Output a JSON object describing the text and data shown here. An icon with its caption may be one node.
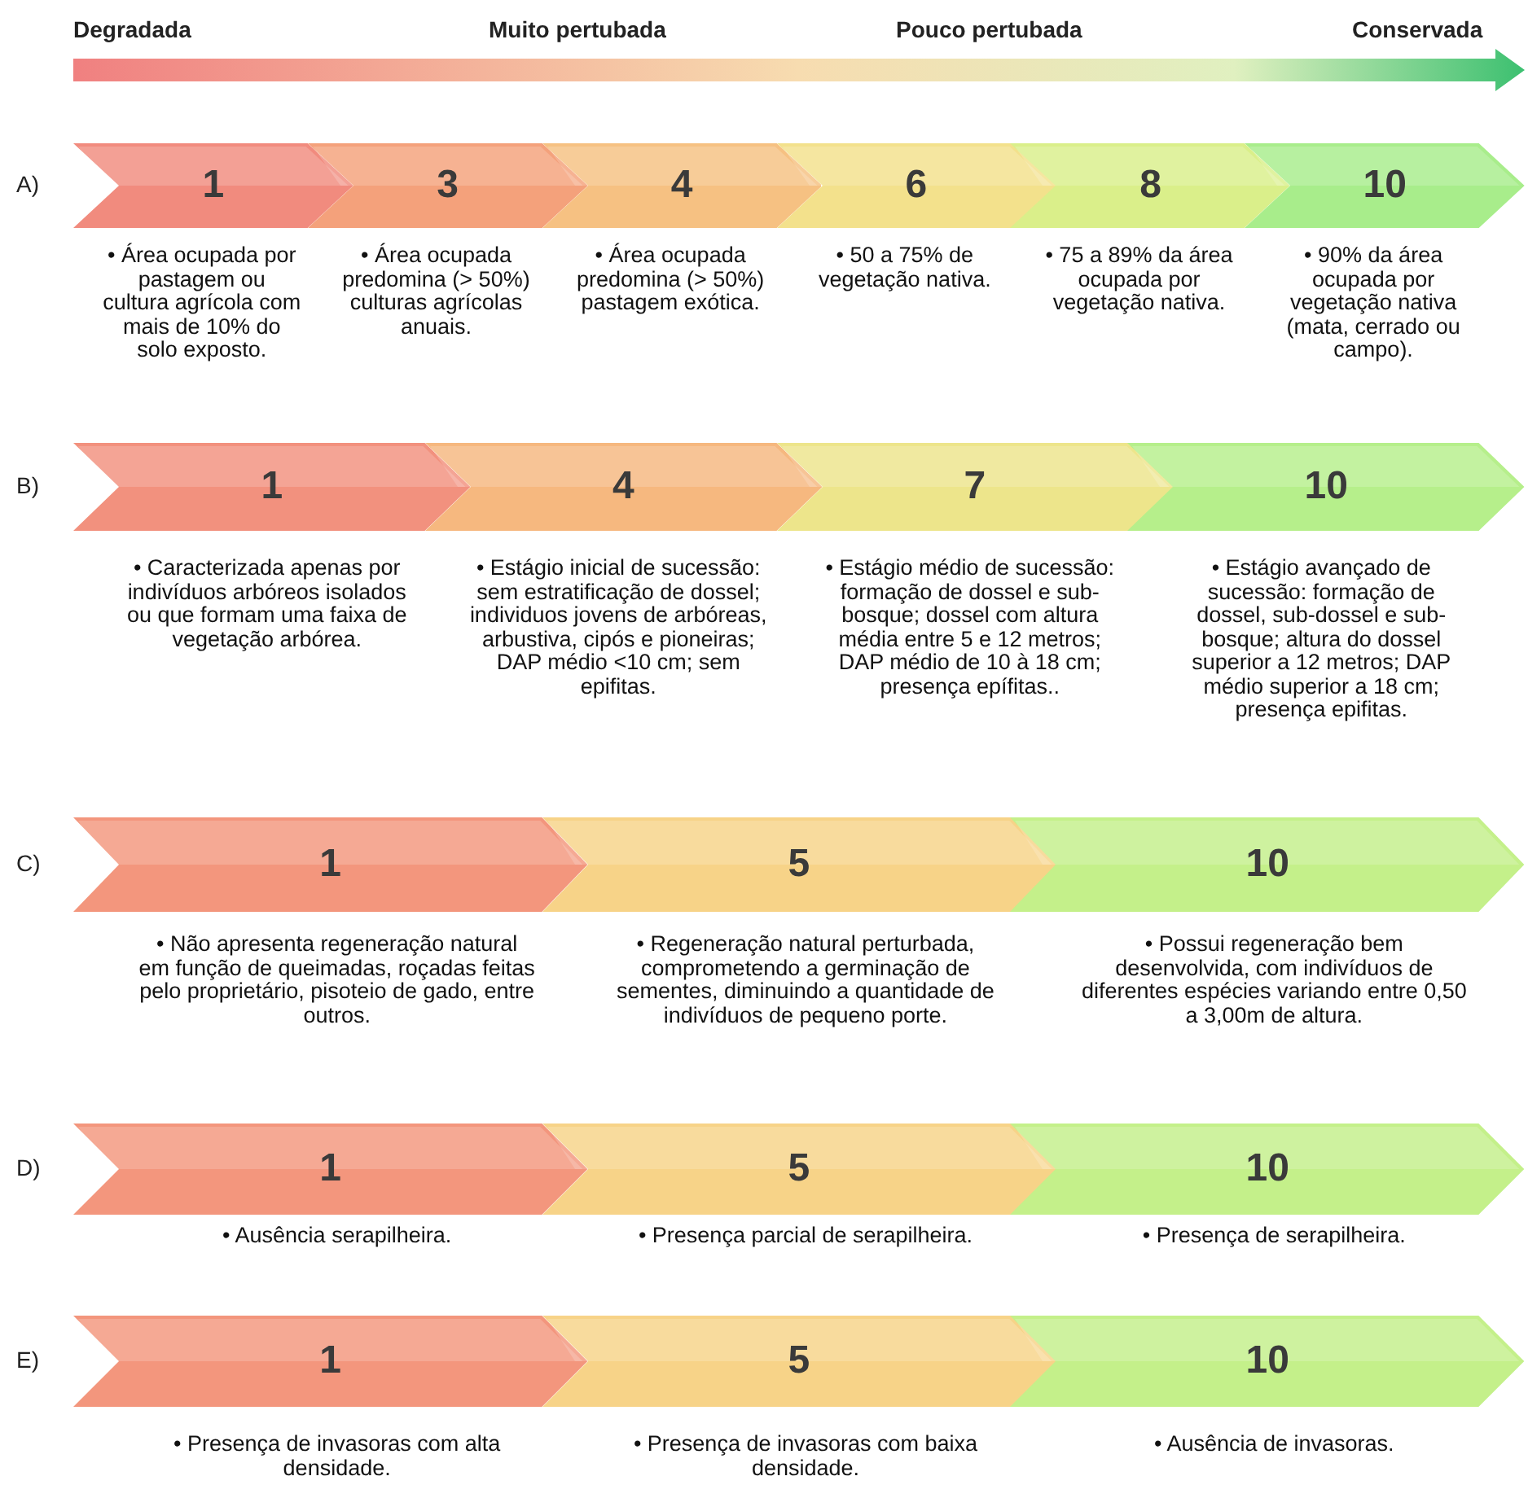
{
  "diagram": {
    "nodes": [
      {
        "text": [
          "1"
        ],
        "beside": [
          "• Área ocupada por pastagem ou cultura agrícola com mais de 10% do solo exposto."
        ]
      },
      {
        "text": [
          "3"
        ],
        "beside": [
          "• Área ocupada predomina (> 50%) culturas agrícolas anuais."
        ]
      },
      {
        "text": [
          "4"
        ],
        "beside": [
          "• Área ocupada predomina (> 50%) pastagem exótica."
        ]
      },
      {
        "text": [
          "6"
        ],
        "beside": [
          "• 50 a 75% de vegetação nativa."
        ]
      },
      {
        "text": [
          "8"
        ],
        "beside": [
          "• 75 a 89% da área ocupada por vegetação nativa."
        ]
      },
      {
        "text": [
          "10"
        ],
        "beside": [
          "• 90% da área ocupada por vegetação nativa (mata, cerrado ou campo)."
        ]
      },
      {
        "text": [
          "1"
        ],
        "beside": [
          "• Caracterizada apenas por indivíduos arbóreos isolados ou que formam uma faixa de vegetação arbórea."
        ]
      },
      {
        "text": [
          "4"
        ],
        "beside": [
          "• Estágio inicial de sucessão: sem estratificação de dossel; individuos jovens  de arbóreas, arbustiva, cipós e pioneiras; DAP médio <10 cm; sem epifitas."
        ]
      },
      {
        "text": [
          "7"
        ],
        "beside": [
          "• Estágio médio de sucessão: formação de dossel e sub-bosque; dossel com altura  média entre 5 e 12 metros; DAP médio de 10 à 18 cm; presença epífitas.."
        ]
      },
      {
        "text": [
          "10"
        ],
        "beside": [
          "• Estágio avançado de sucessão: formação de dossel, sub-dossel e sub-bosque; altura do dossel superior a 12 metros; DAP médio superior a 18 cm; presença epifitas."
        ]
      },
      {
        "text": [
          "1"
        ],
        "beside": [
          "• Não apresenta regeneração natural em função de queimadas, roçadas feitas pelo proprietário, pisoteio de gado, entre outros."
        ]
      },
      {
        "text": [
          "5"
        ],
        "beside": [
          "• Regeneração natural perturbada, comprometendo a germinação de sementes, diminuindo a quantidade de indivíduos de pequeno porte."
        ]
      },
      {
        "text": [
          "10"
        ],
        "beside": [
          "• Possui regeneração bem desenvolvida, com indivíduos de diferentes espécies variando entre 0,50 a 3,00m de altura."
        ]
      },
      {
        "text": [
          "1"
        ],
        "beside": [
          "• Ausência serapilheira."
        ]
      },
      {
        "text": [
          "5"
        ],
        "beside": [
          "• Presença parcial de serapilheira."
        ]
      },
      {
        "text": [
          "10"
        ],
        "beside": [
          "• Presença de serapilheira."
        ]
      },
      {
        "text": [
          "1"
        ],
        "beside": [
          "• Presença de invasoras com alta densidade."
        ]
      },
      {
        "text": [
          "5"
        ],
        "beside": [
          "• Presença de invasoras com baixa densidade."
        ]
      },
      {
        "text": [
          "10"
        ],
        "beside": [
          "• Ausência de invasoras."
        ]
      }
    ],
    "labels": [
      "Degradada",
      "Muito pertubada",
      "Pouco pertubada",
      "Conservada",
      "A)",
      "B)",
      "C)",
      "D)",
      "E)"
    ]
  }
}
